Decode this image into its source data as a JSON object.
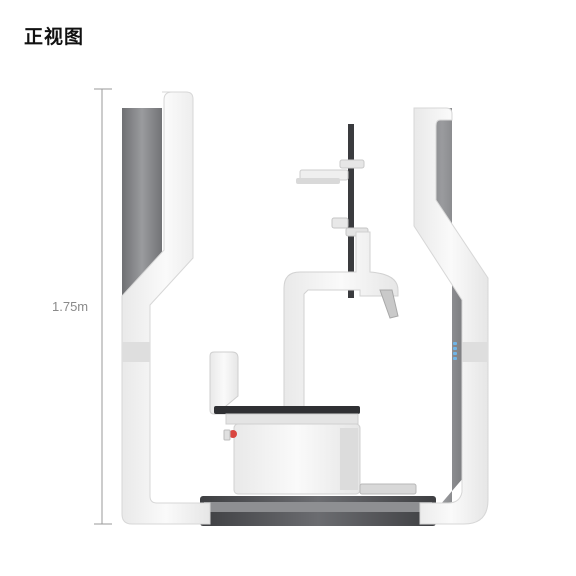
{
  "header": {
    "title": "正视图"
  },
  "dimension": {
    "height_label": "1.75m"
  },
  "colors": {
    "frame_white": "#f2f2f2",
    "frame_gray": "#8c8d8f",
    "frame_dark": "#5a5b5e",
    "indicator": "#6fb4e6",
    "button_red": "#d9453f",
    "dimension_line": "#9a9a9a"
  },
  "indicator_leds": 4,
  "icons": [
    "dimension-line-icon",
    "device-frame-icon"
  ]
}
